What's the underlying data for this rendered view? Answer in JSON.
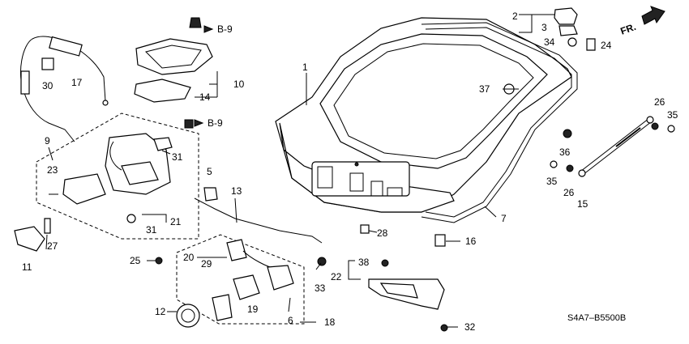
{
  "diagram": {
    "code": "S4A7–B5500B",
    "direction_label": "FR.",
    "refs": [
      "B-9",
      "B-9"
    ],
    "callouts": [
      "1",
      "2",
      "3",
      "34",
      "24",
      "37",
      "26",
      "35",
      "36",
      "35",
      "26",
      "15",
      "7",
      "16",
      "28",
      "22",
      "38",
      "33",
      "32",
      "30",
      "17",
      "10",
      "14",
      "9",
      "31",
      "23",
      "5",
      "13",
      "21",
      "31",
      "27",
      "11",
      "25",
      "20",
      "29",
      "12",
      "19",
      "6",
      "18"
    ]
  }
}
